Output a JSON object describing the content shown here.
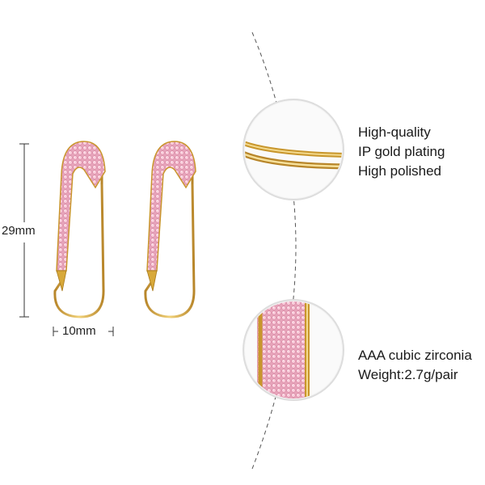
{
  "dimensions": {
    "height_label": "29mm",
    "width_label": "10mm"
  },
  "features": {
    "plating": [
      "High-quality",
      "IP gold plating",
      "High polished"
    ],
    "stones": [
      "AAA cubic zirconia",
      "Weight:2.7g/pair"
    ]
  },
  "colors": {
    "gold": "#d8a93a",
    "gold_dark": "#a97a1c",
    "pink_stone": "#f4b9cc",
    "pink_dark": "#d98aa6",
    "dim_line": "#333333"
  }
}
